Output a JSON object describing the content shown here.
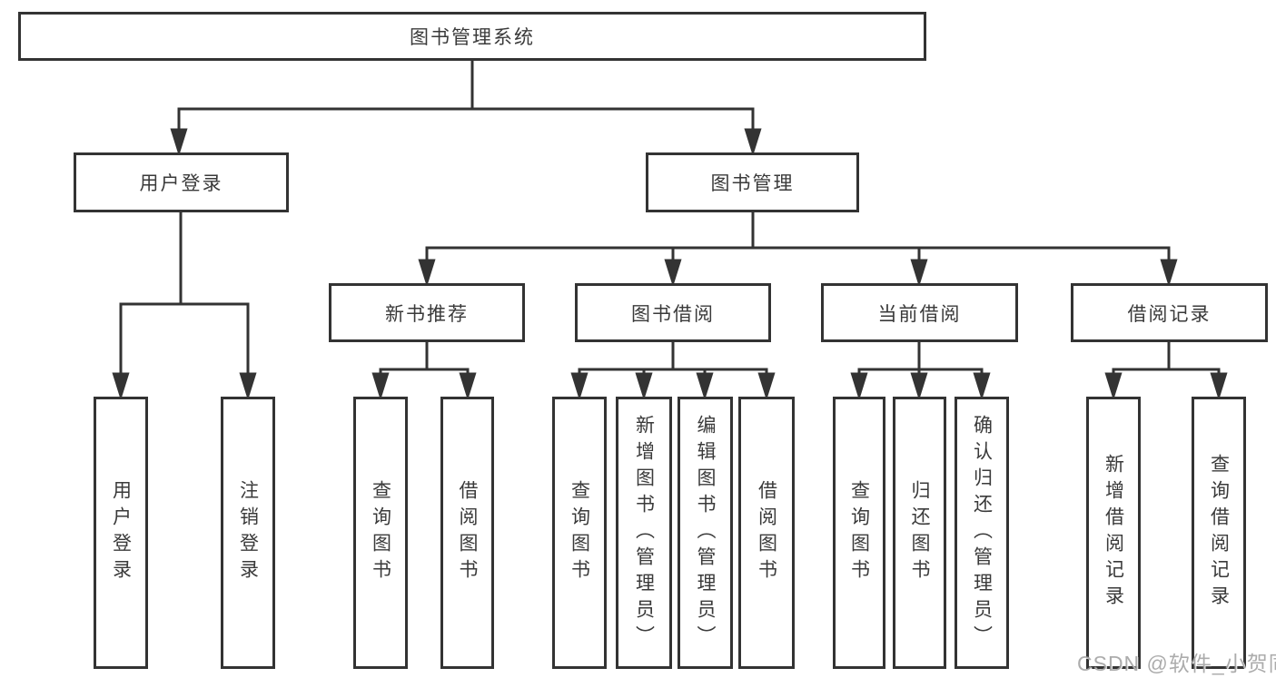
{
  "colors": {
    "background": "#ffffff",
    "line": "#333333",
    "box_border": "#333333",
    "text": "#3a3a3a",
    "watermark": "#9e9e9e"
  },
  "watermark": {
    "text": "CSDN @软件_小贺同学"
  },
  "tree": {
    "root": {
      "label": "图书管理系统",
      "children": [
        {
          "label": "用户登录",
          "children": [
            {
              "label": "用户登录"
            },
            {
              "label": "注销登录"
            }
          ]
        },
        {
          "label": "图书管理",
          "children": [
            {
              "label": "新书推荐",
              "children": [
                {
                  "label": "查询图书"
                },
                {
                  "label": "借阅图书"
                }
              ]
            },
            {
              "label": "图书借阅",
              "children": [
                {
                  "label": "查询图书"
                },
                {
                  "label": "新增图书（管理员）"
                },
                {
                  "label": "编辑图书（管理员）"
                },
                {
                  "label": "借阅图书"
                }
              ]
            },
            {
              "label": "当前借阅",
              "children": [
                {
                  "label": "查询图书"
                },
                {
                  "label": "归还图书"
                },
                {
                  "label": "确认归还（管理员）"
                }
              ]
            },
            {
              "label": "借阅记录",
              "children": [
                {
                  "label": "新增借阅记录"
                },
                {
                  "label": "查询借阅记录"
                }
              ]
            }
          ]
        }
      ]
    }
  }
}
